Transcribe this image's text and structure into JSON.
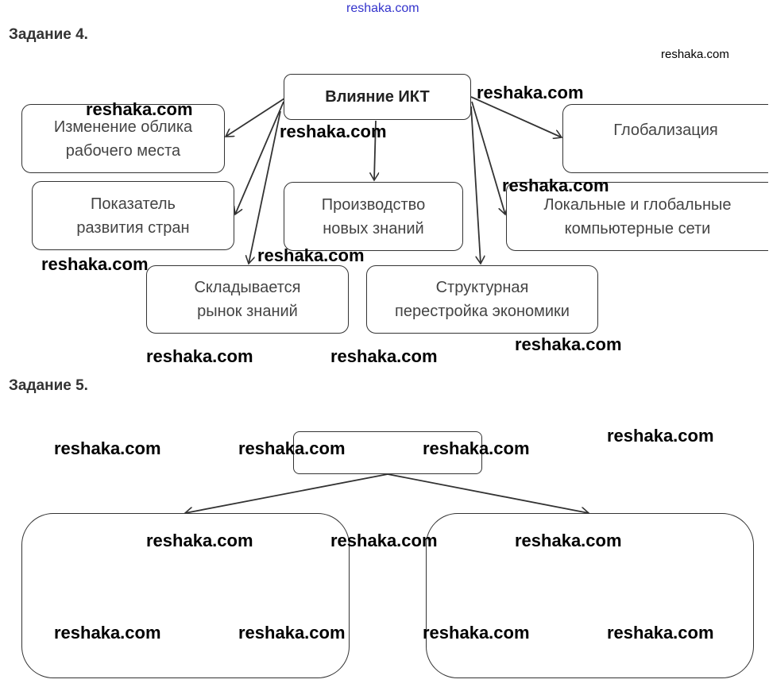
{
  "site_watermark": "reshaka.com",
  "task4": {
    "heading": "Задание 4.",
    "center": "Влияние ИКТ",
    "nodes": [
      {
        "id": "workplace",
        "label": "Изменение облика\nрабочего места"
      },
      {
        "id": "indicator",
        "label": "Показатель\nразвития стран"
      },
      {
        "id": "knowledge-market",
        "label": "Складывается\nрынок знаний"
      },
      {
        "id": "knowledge-production",
        "label": "Производство\nновых знаний"
      },
      {
        "id": "restructuring",
        "label": "Структурная\nперестройка экономики"
      },
      {
        "id": "networks",
        "label": "Локальные и глобальные\nкомпьютерные сети"
      },
      {
        "id": "globalization",
        "label": "Глобализация"
      }
    ]
  },
  "task5": {
    "heading": "Задание 5.",
    "root": "",
    "children": [
      "",
      ""
    ]
  },
  "watermarks": [
    "reshaka.com",
    "reshaka.com",
    "reshaka.com",
    "reshaka.com",
    "reshaka.com",
    "reshaka.com",
    "reshaka.com",
    "reshaka.com",
    "reshaka.com",
    "reshaka.com",
    "reshaka.com",
    "reshaka.com",
    "reshaka.com",
    "reshaka.com",
    "reshaka.com",
    "reshaka.com",
    "reshaka.com",
    "reshaka.com",
    "reshaka.com",
    "reshaka.com"
  ]
}
